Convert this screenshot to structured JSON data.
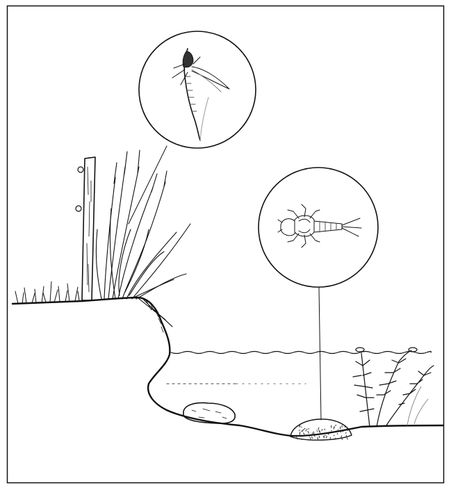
{
  "figure": {
    "colors": {
      "ink": "#111111",
      "paper": "#ffffff",
      "hatch": "#555555"
    },
    "elements": [
      "frame",
      "bank-ground",
      "fence-post",
      "tall-grass-clump",
      "short-grass",
      "water-surface",
      "stone",
      "sediment-mound",
      "aquatic-plant",
      "adult-mayfly-inset",
      "nymph-inset",
      "leader-line-adult",
      "leader-line-nymph"
    ]
  }
}
